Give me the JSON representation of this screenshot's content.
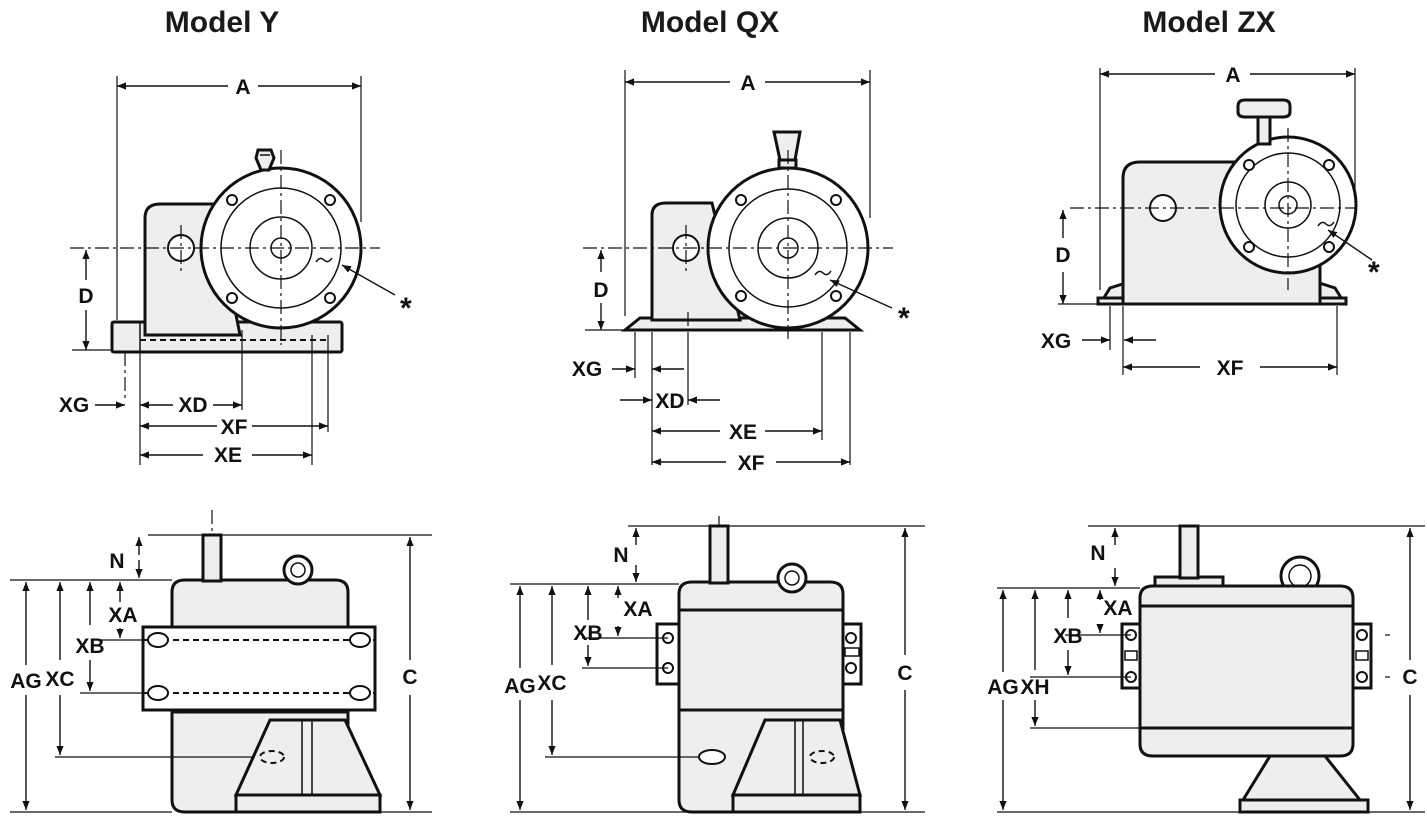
{
  "models": [
    {
      "title": "Model Y"
    },
    {
      "title": "Model QX"
    },
    {
      "title": "Model ZX"
    }
  ],
  "labels": {
    "a": "A",
    "c": "C",
    "d": "D",
    "n": "N",
    "ag": "AG",
    "xa": "XA",
    "xb": "XB",
    "xc": "XC",
    "xd": "XD",
    "xe": "XE",
    "xf": "XF",
    "xg": "XG",
    "xh": "XH",
    "star": "*"
  },
  "colors": {
    "body_fill": "#eeeeee",
    "line": "#111111"
  }
}
